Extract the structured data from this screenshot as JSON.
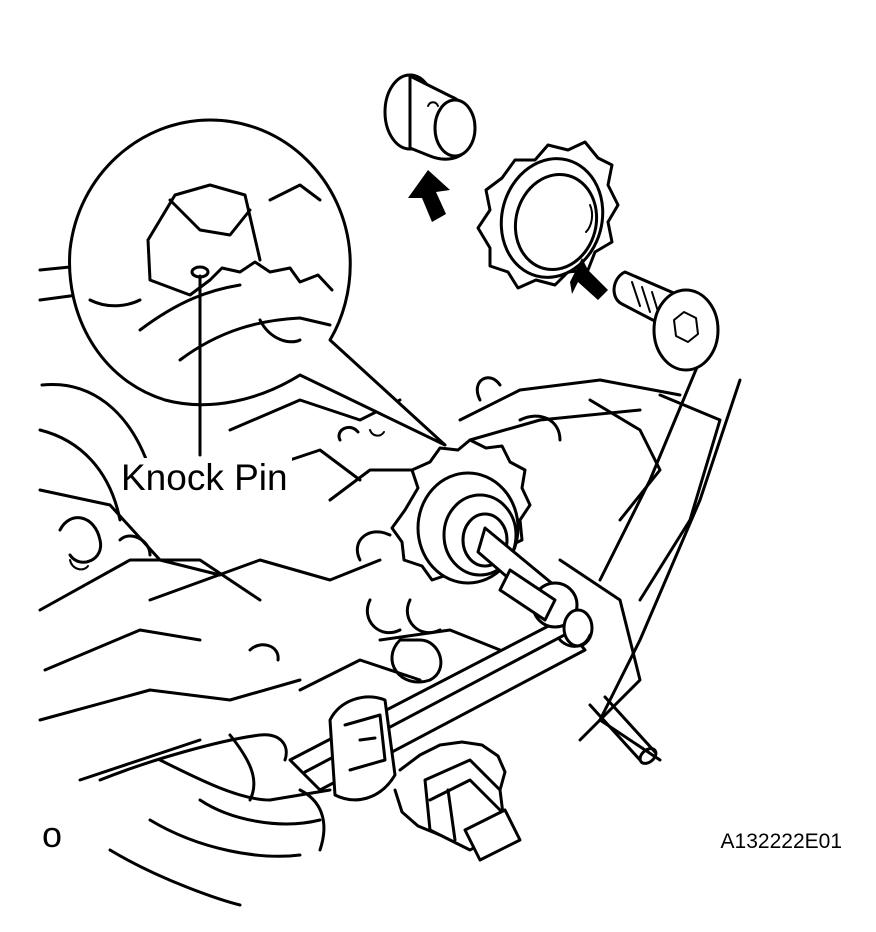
{
  "diagram": {
    "callout_label": "Knock Pin",
    "view_label": "o",
    "figure_id": "A132222E01"
  }
}
